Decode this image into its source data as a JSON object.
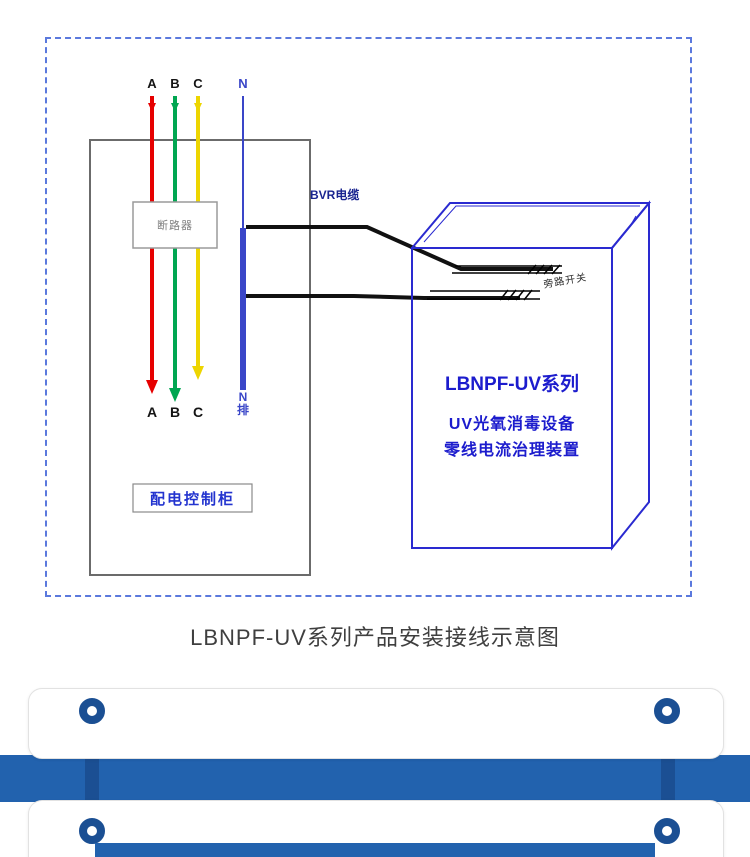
{
  "colors": {
    "dashed_border": "#5b79dd",
    "cabinet_outline": "#6b6b6b",
    "phase_a": "#e60000",
    "phase_b": "#00a651",
    "phase_c": "#edd500",
    "neutral": "#3a46c8",
    "wire": "#111111",
    "device_outline": "#2a2ad0",
    "device_text": "#1c1ccd",
    "banner_blue": "#2262ae",
    "strap_blue": "#1b4f93"
  },
  "diagram": {
    "phase_labels_top": [
      "A",
      "B",
      "C"
    ],
    "neutral_label": "N",
    "phase_labels_bottom": [
      "A",
      "B",
      "C"
    ],
    "neutral_bus_label": [
      "N",
      "排"
    ],
    "breaker_label": "断路器",
    "cable_label": "BVR电缆",
    "bypass_switch_label": "旁路开关",
    "cabinet_label": "配电控制柜",
    "device_name_lines": [
      "LBNPF-UV系列",
      "UV光氧消毒设备",
      "零线电流治理装置"
    ]
  },
  "caption": "LBNPF-UV系列产品安装接线示意图"
}
